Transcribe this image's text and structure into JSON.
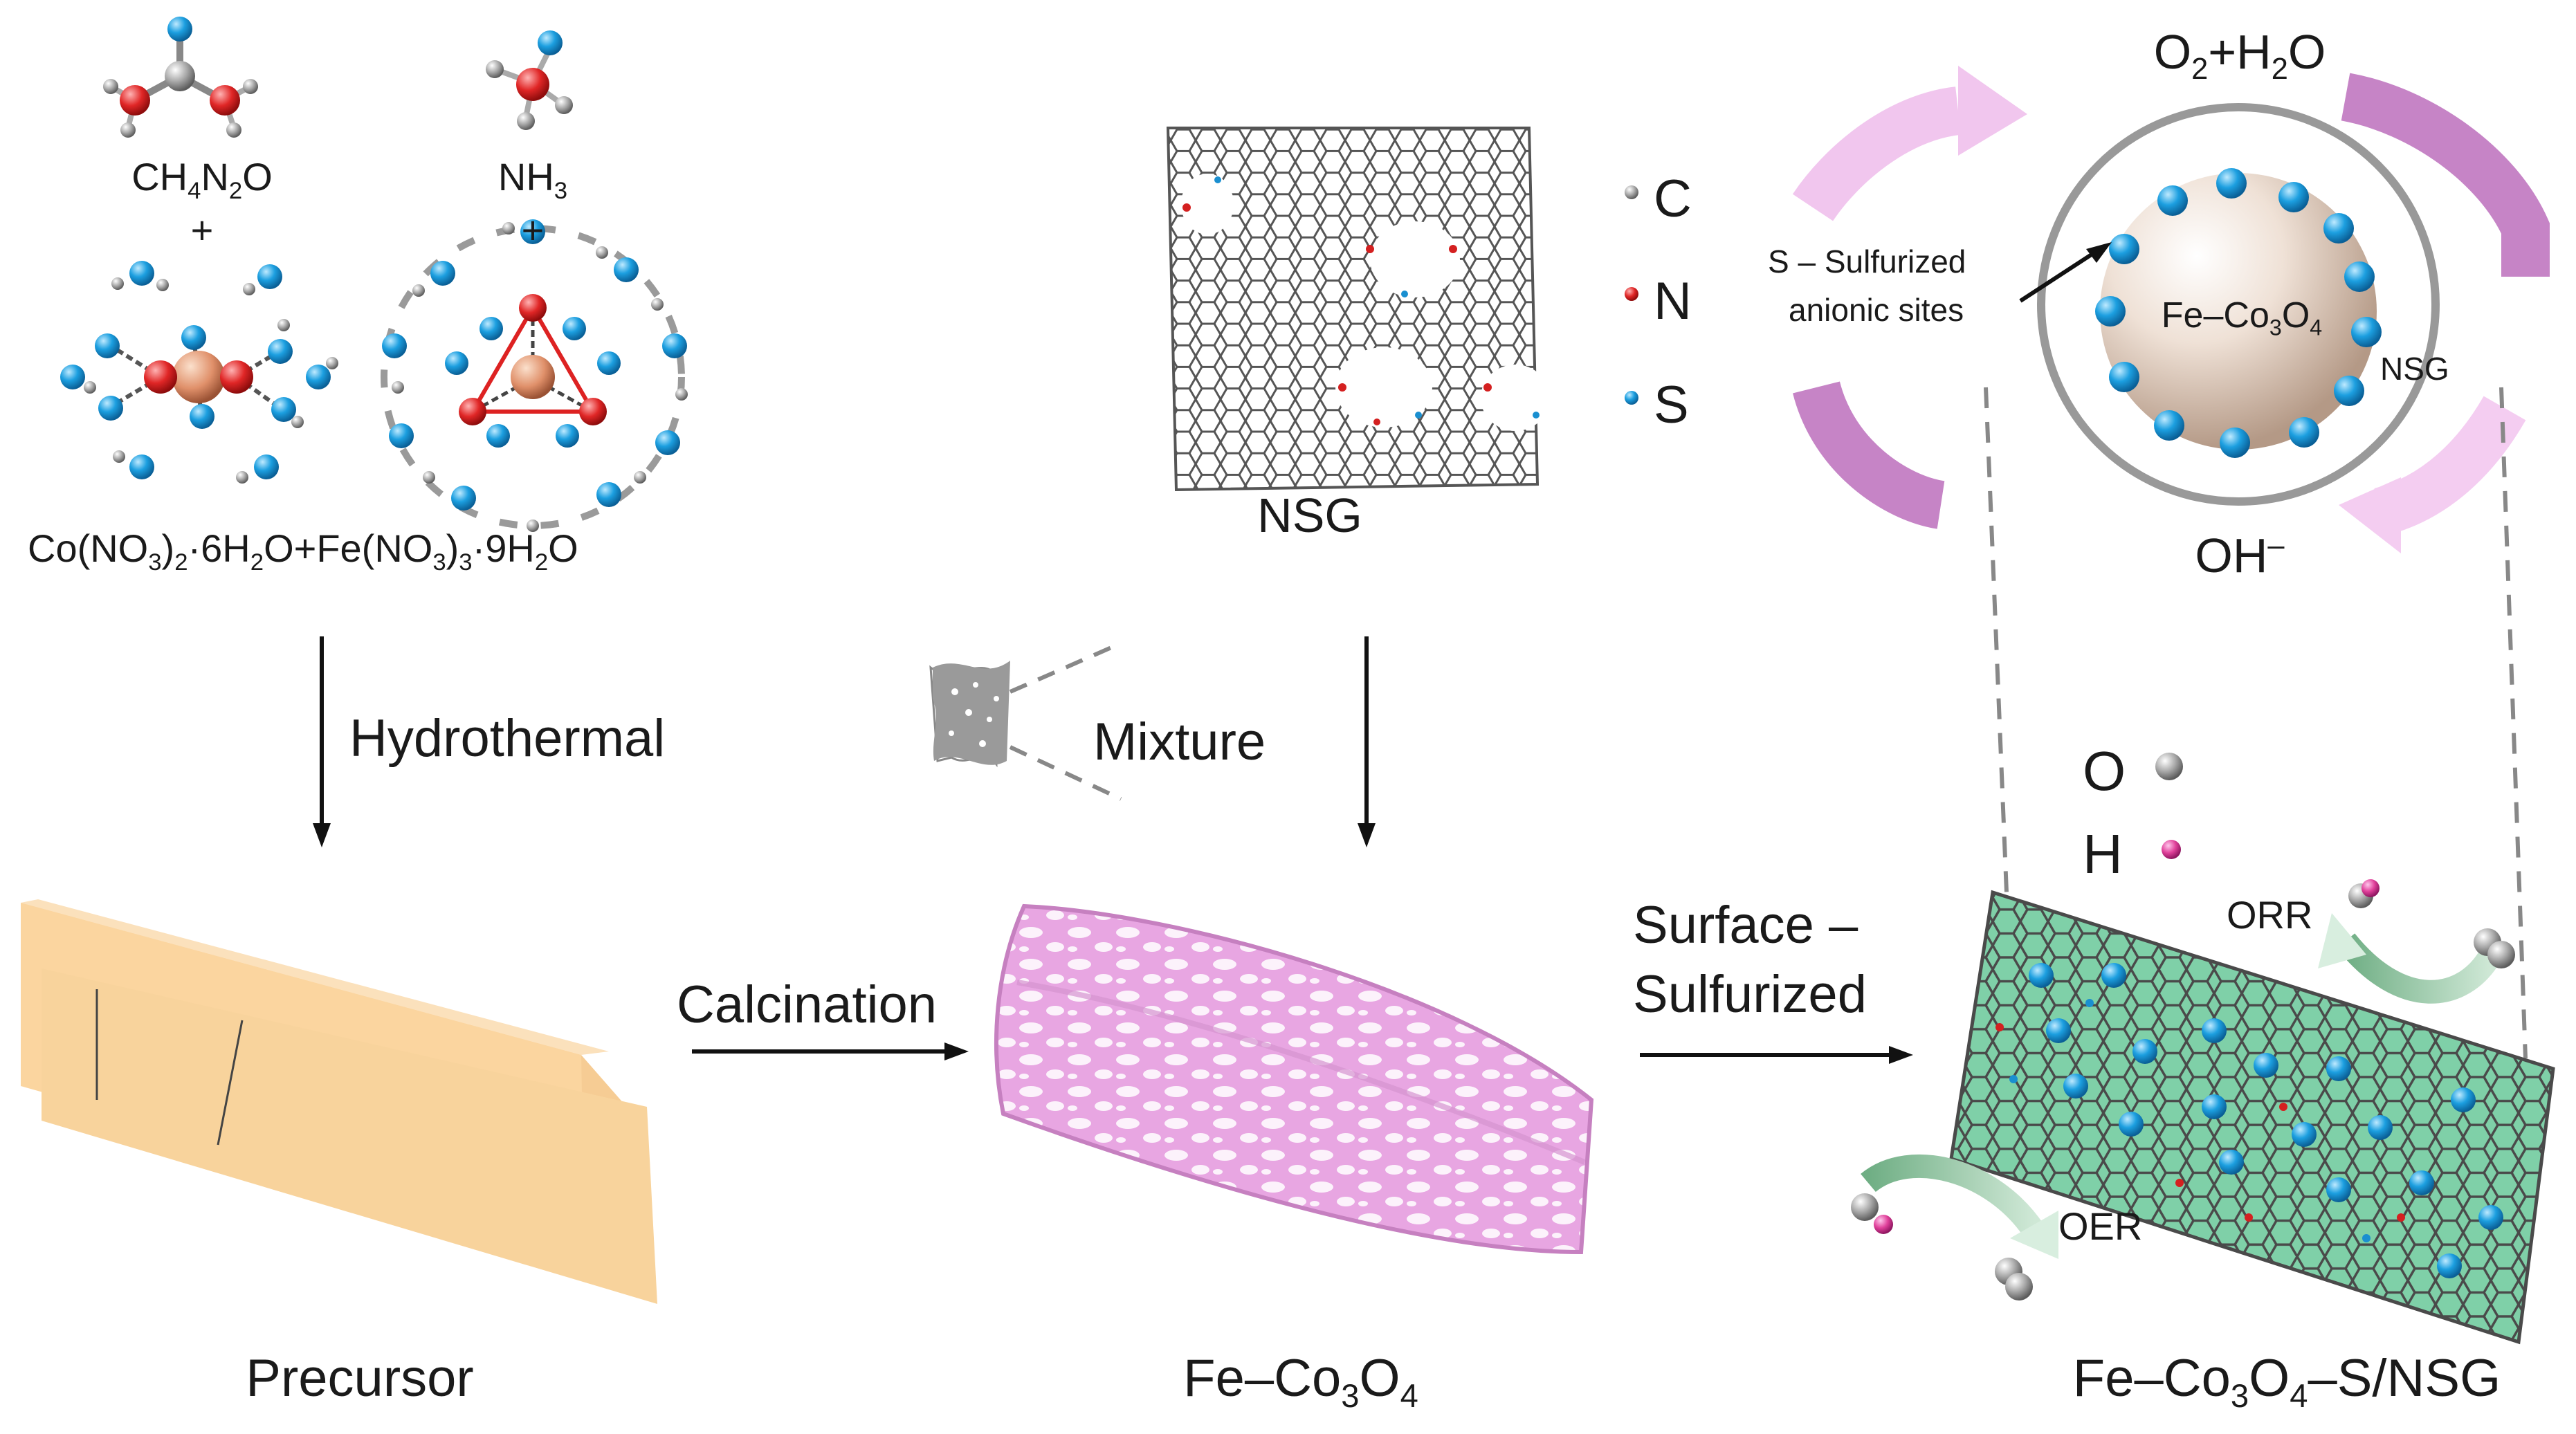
{
  "molecules": {
    "urea_formula": [
      "CH",
      "4",
      "N",
      "2",
      "O"
    ],
    "ammonia_formula": [
      "NH",
      "3"
    ],
    "plus": "+",
    "salts_formula": [
      "Co(NO",
      "3",
      ")",
      "2",
      "·6H",
      "2",
      "O+Fe(NO",
      "3",
      ")",
      "3",
      "·9H",
      "2",
      "O"
    ]
  },
  "nsg": {
    "label": "NSG",
    "legend": [
      {
        "symbol": "C",
        "color": "#8a8a8a"
      },
      {
        "symbol": "N",
        "color": "#d42020"
      },
      {
        "symbol": "S",
        "color": "#1a8fd0"
      }
    ]
  },
  "inset": {
    "top_label": [
      "O",
      "2",
      "+H",
      "2",
      "O"
    ],
    "bottom_label": [
      "OH",
      "–"
    ],
    "core_label": [
      "Fe–Co",
      "3",
      "O",
      "4"
    ],
    "shell_label": "NSG",
    "callout_line1": "S – Sulfurized",
    "callout_line2": "anionic sites"
  },
  "steps": {
    "hydrothermal": "Hydrothermal",
    "mixture": "Mixture",
    "calcination": "Calcination",
    "surface_line1": "Surface –",
    "surface_line2": "Sulfurized"
  },
  "products": {
    "precursor": "Precursor",
    "fe_co3o4": [
      "Fe–Co",
      "3",
      "O",
      "4"
    ],
    "final": [
      "Fe–Co",
      "3",
      "O",
      "4",
      "–S/NSG"
    ]
  },
  "catalysis": {
    "legend": [
      {
        "symbol": "O",
        "color": "#9a9a9a"
      },
      {
        "symbol": "H",
        "color": "#e0409a"
      }
    ],
    "orr_label": "ORR",
    "oer_label": "OER"
  }
}
